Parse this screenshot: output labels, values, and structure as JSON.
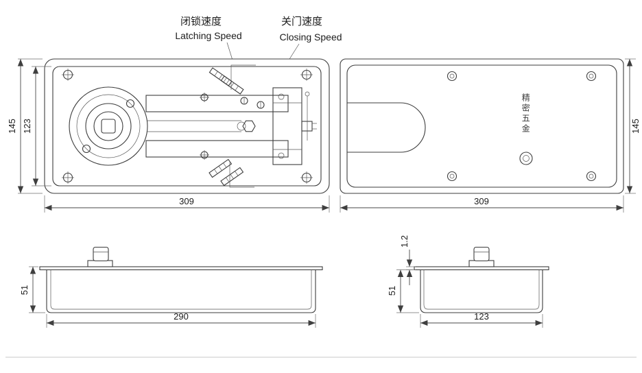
{
  "drawing": {
    "callouts": {
      "latching": {
        "zh": "闭锁速度",
        "en": "Latching Speed"
      },
      "closing": {
        "zh": "关门速度",
        "en": "Closing Speed"
      }
    },
    "plan_left": {
      "dim_outer_height": "145",
      "dim_inner_height": "123",
      "dim_width": "309"
    },
    "plan_right": {
      "dim_height": "145",
      "dim_width": "309",
      "logo_text": "精密五金"
    },
    "side_left": {
      "dim_depth": "51",
      "dim_width": "290"
    },
    "end_right": {
      "dim_lip": "1.2",
      "dim_depth": "51",
      "dim_width": "123"
    },
    "line_color": "#3c3c3c"
  }
}
